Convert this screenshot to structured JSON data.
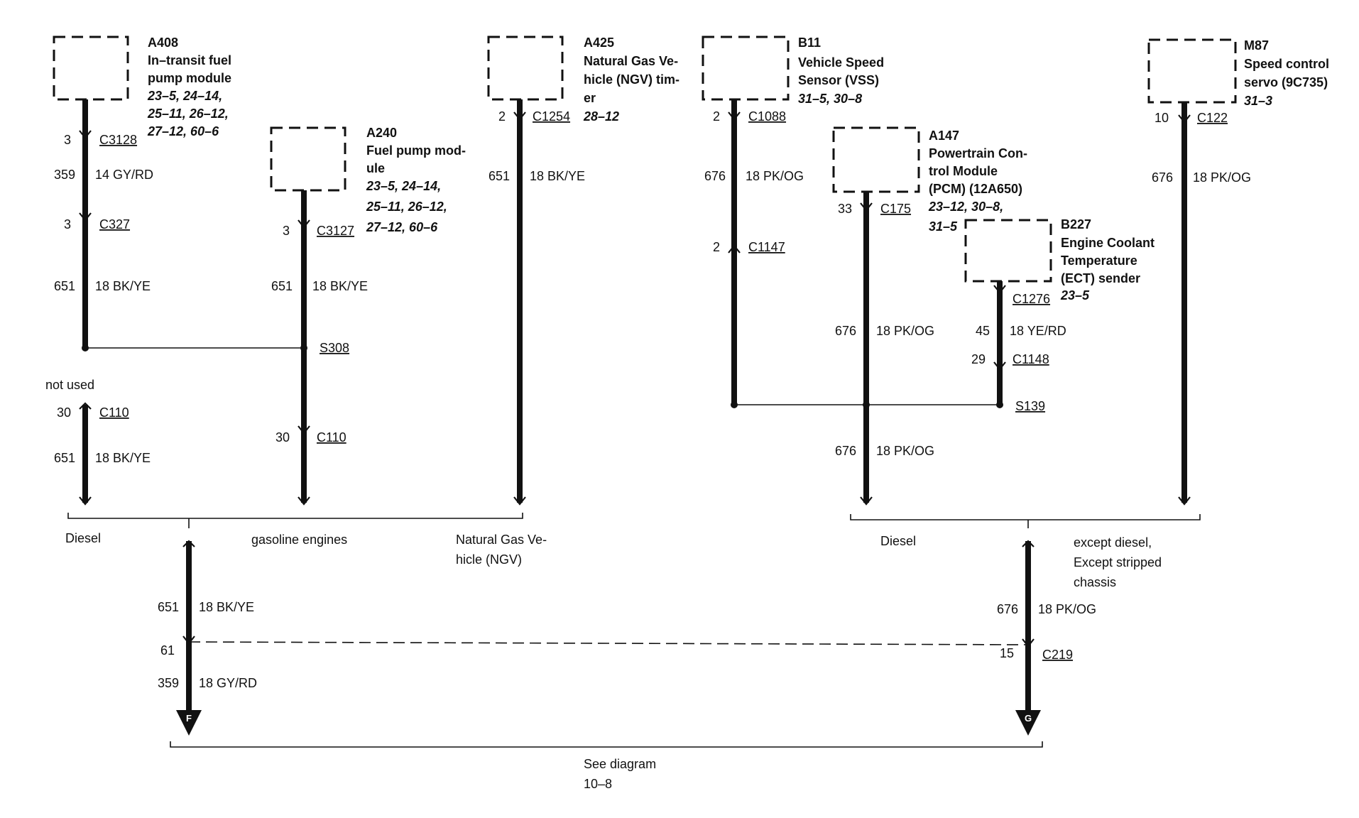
{
  "components": {
    "a408": {
      "id": "A408",
      "name_lines": [
        "In–transit fuel",
        "pump module"
      ],
      "ref_lines": [
        "23–5, 24–14,",
        "25–11, 26–12,",
        "27–12, 60–6"
      ]
    },
    "a240": {
      "id": "A240",
      "name_lines": [
        "Fuel pump mod-",
        "ule"
      ],
      "ref_lines": [
        "23–5, 24–14,",
        "25–11, 26–12,",
        "27–12, 60–6"
      ]
    },
    "a425": {
      "id": "A425",
      "name_lines": [
        "Natural Gas Ve-",
        "hicle (NGV) tim-",
        "er"
      ],
      "ref_lines": [
        "28–12"
      ]
    },
    "b11": {
      "id": "B11",
      "name_lines": [
        "Vehicle Speed",
        "Sensor (VSS)"
      ],
      "ref_lines": [
        "31–5, 30–8"
      ]
    },
    "a147": {
      "id": "A147",
      "name_lines": [
        "Powertrain Con-",
        "trol Module",
        "(PCM) (12A650)"
      ],
      "ref_lines": [
        "23–12, 30–8,",
        "31–5"
      ]
    },
    "b227": {
      "id": "B227",
      "name_lines": [
        "Engine Coolant",
        "Temperature",
        "(ECT) sender"
      ],
      "ref_lines": [
        "23–5"
      ]
    },
    "m87": {
      "id": "M87",
      "name_lines": [
        "Speed control",
        "servo (9C735)"
      ],
      "ref_lines": [
        "31–3"
      ]
    }
  },
  "pins": {
    "a408_c3128": {
      "pin": "3",
      "connector": "C3128"
    },
    "a408_c327": {
      "pin": "3",
      "connector": "C327"
    },
    "a408_c110": {
      "pin": "30",
      "connector": "C110"
    },
    "a240_c3127": {
      "pin": "3",
      "connector": "C3127"
    },
    "a240_c110": {
      "pin": "30",
      "connector": "C110"
    },
    "a425_c1254": {
      "pin": "2",
      "connector": "C1254"
    },
    "b11_c1088": {
      "pin": "2",
      "connector": "C1088"
    },
    "b11_c1147": {
      "pin": "2",
      "connector": "C1147"
    },
    "a147_c175": {
      "pin": "33",
      "connector": "C175"
    },
    "b227_c1276": {
      "connector": "C1276"
    },
    "b227_c1148": {
      "pin": "29",
      "connector": "C1148"
    },
    "m87_c122": {
      "pin": "10",
      "connector": "C122"
    },
    "f_c61": {
      "pin": "61"
    },
    "g_c219": {
      "pin": "15",
      "connector": "C219"
    }
  },
  "wires": {
    "a408_1": {
      "circuit": "359",
      "spec": "14 GY/RD"
    },
    "a408_2": {
      "circuit": "651",
      "spec": "18 BK/YE"
    },
    "a408_3": {
      "circuit": "651",
      "spec": "18 BK/YE"
    },
    "a240_1": {
      "circuit": "651",
      "spec": "18 BK/YE"
    },
    "a425_1": {
      "circuit": "651",
      "spec": "18 BK/YE"
    },
    "b11_1": {
      "circuit": "676",
      "spec": "18 PK/OG"
    },
    "a147_1": {
      "circuit": "676",
      "spec": "18 PK/OG"
    },
    "a147_2": {
      "circuit": "676",
      "spec": "18 PK/OG"
    },
    "b227_1": {
      "circuit": "45",
      "spec": "18 YE/RD"
    },
    "m87_1": {
      "circuit": "676",
      "spec": "18 PK/OG"
    },
    "f_1": {
      "circuit": "651",
      "spec": "18 BK/YE"
    },
    "f_2": {
      "circuit": "359",
      "spec": "18 GY/RD"
    },
    "g_1": {
      "circuit": "676",
      "spec": "18 PK/OG"
    }
  },
  "splices": {
    "s308": "S308",
    "s139": "S139"
  },
  "notes": {
    "not_used": "not used"
  },
  "options": {
    "diesel_left": "Diesel",
    "gasoline": "gasoline engines",
    "ngv_lines": [
      "Natural Gas Ve-",
      "hicle (NGV)"
    ],
    "diesel_right": "Diesel",
    "except_lines": [
      "except diesel,",
      "Except stripped",
      "chassis"
    ]
  },
  "terminals": {
    "f": "F",
    "g": "G"
  },
  "see_diagram": {
    "label": "See diagram",
    "ref": "10–8"
  }
}
